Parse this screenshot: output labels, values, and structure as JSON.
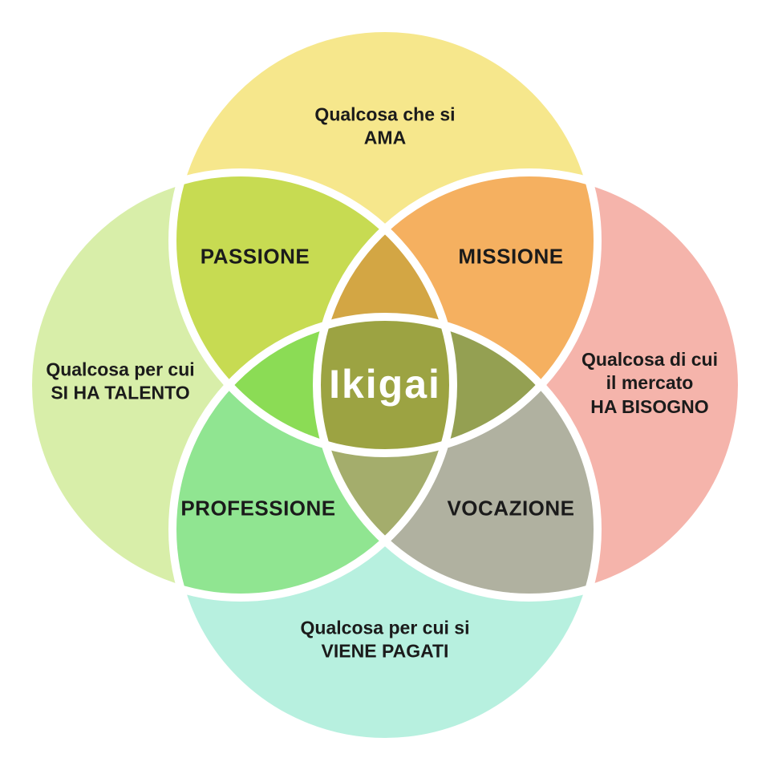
{
  "background": "#FFFFFF",
  "text_color": "#1B1B1B",
  "stroke": {
    "color": "#FFFFFF",
    "width": 10
  },
  "center": {
    "label": "Ikigai",
    "color": "#9CA342",
    "text_color": "#FFFFFF"
  },
  "circles": {
    "love": {
      "lines": [
        "Qualcosa che si",
        "AMA"
      ],
      "color": "#F6E78C"
    },
    "talent": {
      "lines": [
        "Qualcosa per cui",
        "SI HA TALENTO"
      ],
      "color": "#D8EEA9"
    },
    "market": {
      "lines": [
        "Qualcosa di cui",
        "il mercato",
        "HA BISOGNO"
      ],
      "color": "#F5B4AB"
    },
    "paid": {
      "lines": [
        "Qualcosa per cui si",
        "VIENE PAGATI"
      ],
      "color": "#B7F0DF"
    }
  },
  "overlaps": {
    "passione": {
      "label": "PASSIONE",
      "color": "#C7DB52"
    },
    "missione": {
      "label": "MISSIONE",
      "color": "#F5B060"
    },
    "professione": {
      "label": "PROFESSIONE",
      "color": "#90E591"
    },
    "vocazione": {
      "label": "VOCAZIONE",
      "color": "#B0B1A0"
    },
    "triple_top": {
      "color": "#D3A644"
    },
    "triple_left": {
      "color": "#8BDC55"
    },
    "triple_right": {
      "color": "#94A052"
    },
    "triple_bottom": {
      "color": "#A4AD6C"
    }
  }
}
